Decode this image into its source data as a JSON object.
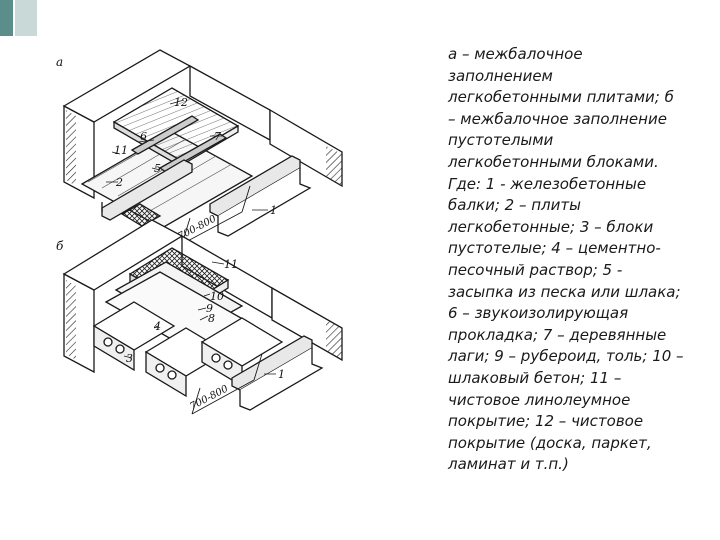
{
  "figure": {
    "panel_a": {
      "letter": "а",
      "labels": [
        "12",
        "6",
        "7",
        "11",
        "5",
        "2",
        "1"
      ],
      "dimension": "700-800"
    },
    "panel_b": {
      "letter": "б",
      "labels": [
        "11",
        "10",
        "9",
        "8",
        "4",
        "3",
        "1"
      ],
      "dimension": "700-800"
    }
  },
  "caption": {
    "text": "а – межбалочное заполнением легкобетонными плитами; б – межбалочное заполнение пустотелыми легкобетонными блоками. Где: 1 - железобетонные балки; 2 – плиты легкобетонные; 3 – блоки пустотелые; 4 – цементно-песочный раствор; 5 - засыпка из песка или шлака; 6 – звукоизолирующая прокладка; 7 – деревянные лаги; 9 – рубероид, толь; 10 – шлаковый бетон; 11 – чистовое линолеумное покрытие; 12 – чистовое покрытие (доска, паркет, ламинат и т.п.)"
  },
  "colors": {
    "deco_teal": "#5b8d8a",
    "deco_light": "#c9d9d7",
    "line": "#1a1a1a"
  }
}
